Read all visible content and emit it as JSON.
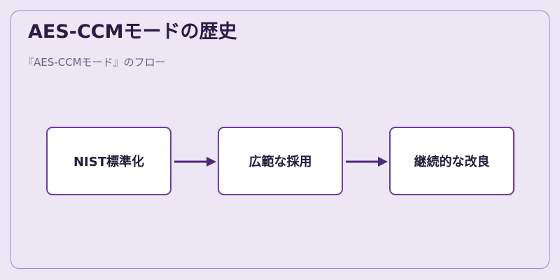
{
  "title": "AES-CCMモードの歴史",
  "subtitle": "『AES-CCMモード』のフロー",
  "flow": {
    "steps": [
      {
        "label": "NIST標準化"
      },
      {
        "label": "広範な採用"
      },
      {
        "label": "継続的な改良"
      }
    ]
  },
  "colors": {
    "background": "#ede7f5",
    "frame_border": "#9a86c9",
    "node_border": "#6b3f9e",
    "node_fill": "#ffffff",
    "arrow": "#4b2a78",
    "title_text": "#2a1a45"
  },
  "icons": [
    "arrow-right-icon",
    "arrow-right-icon"
  ]
}
